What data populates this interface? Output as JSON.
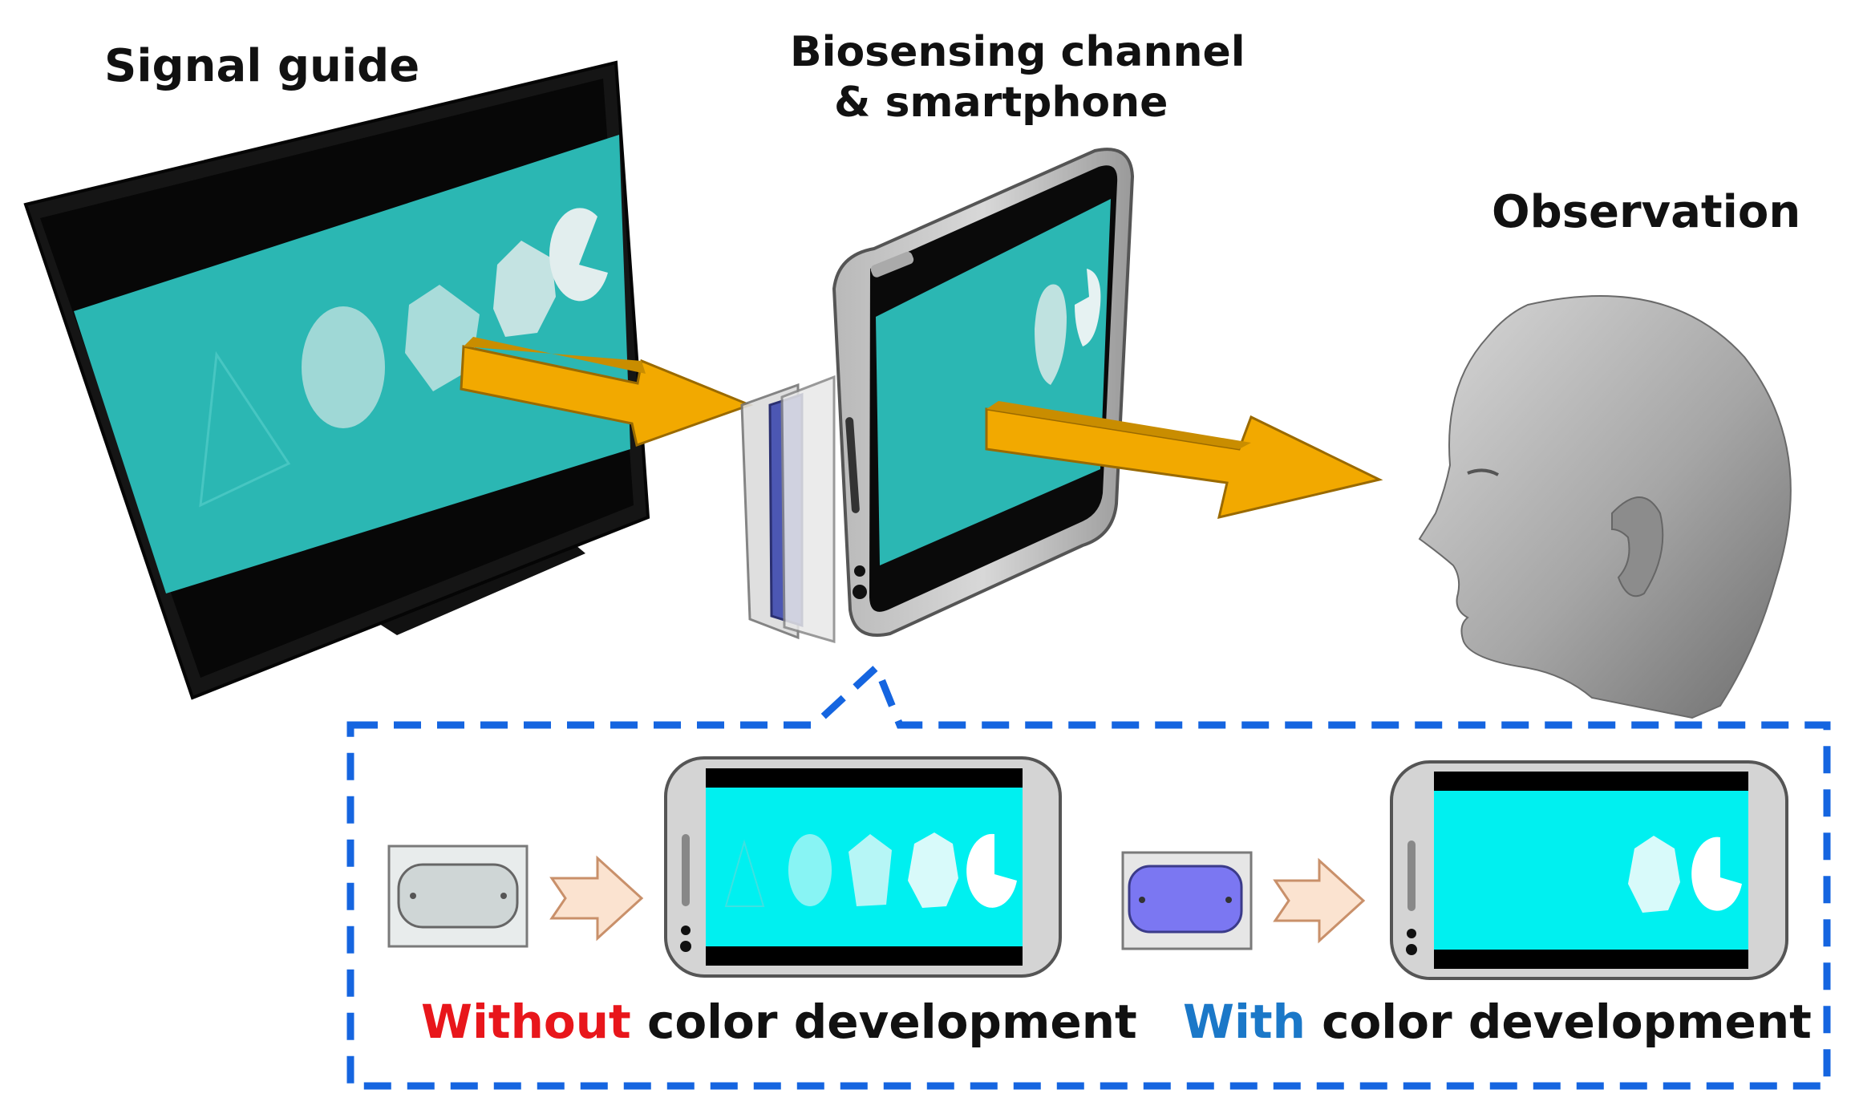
{
  "labels": {
    "signal_guide": "Signal guide",
    "biosensing_line1": "Biosensing channel",
    "biosensing_line2": "& smartphone",
    "observation": "Observation"
  },
  "captions": {
    "without_keyword": "Without",
    "without_rest": " color development",
    "with_keyword": "With",
    "with_rest": " color development"
  },
  "colors": {
    "screen_cyan": "#2bb7b3",
    "inset_cyan": "#00f0f0",
    "arrow_orange": "#f2a900",
    "dashed_blue": "#1565e0",
    "without_red": "#e8161b",
    "with_blue": "#1b78c8",
    "channel_purple": "#7b77f2"
  },
  "icons": [
    "monitor",
    "smartphone",
    "biosensing-chip",
    "human-head",
    "flow-arrow"
  ]
}
